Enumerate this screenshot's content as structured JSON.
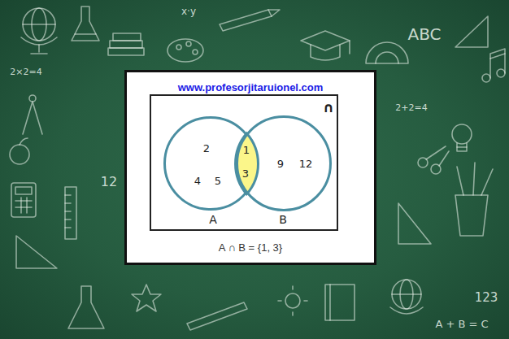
{
  "diagram": {
    "caption": "A ∩ B = {1, 3}",
    "nodes": [
      {
        "text": [
          "∩"
        ]
      },
      {
        "text": [
          "2",
          "4",
          "5",
          "A"
        ],
        "in": 0
      },
      {
        "text": [
          "1",
          "3"
        ],
        "in": 0
      },
      {
        "text": [
          "9",
          "12",
          "B"
        ],
        "in": 0
      }
    ],
    "labels": [
      "www.profesorjitaruionel.com",
      "x·y",
      "ABC",
      "2×2=4",
      "2+2=4",
      "12",
      "123",
      "A + B = C"
    ]
  }
}
